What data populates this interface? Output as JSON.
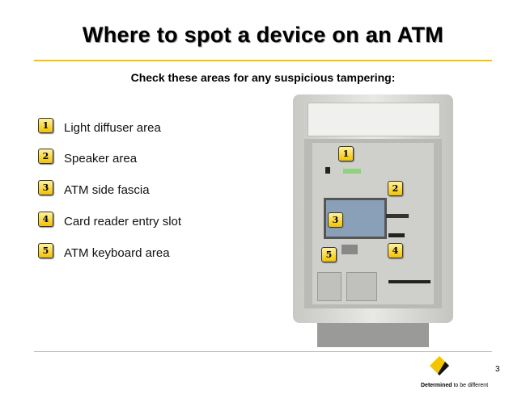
{
  "title": "Where to spot a device on an ATM",
  "subtitle": "Check these areas for any suspicious tampering:",
  "items": [
    {
      "num": "1",
      "label": "Light diffuser area"
    },
    {
      "num": "2",
      "label": "Speaker area"
    },
    {
      "num": "3",
      "label": "ATM side fascia"
    },
    {
      "num": "4",
      "label": "Card reader entry slot"
    },
    {
      "num": "5",
      "label": "ATM keyboard area"
    }
  ],
  "footer": {
    "page": "3",
    "tagline_bold": "Determined",
    "tagline_rest": " to be different"
  },
  "colors": {
    "accent": "#f5c400"
  }
}
